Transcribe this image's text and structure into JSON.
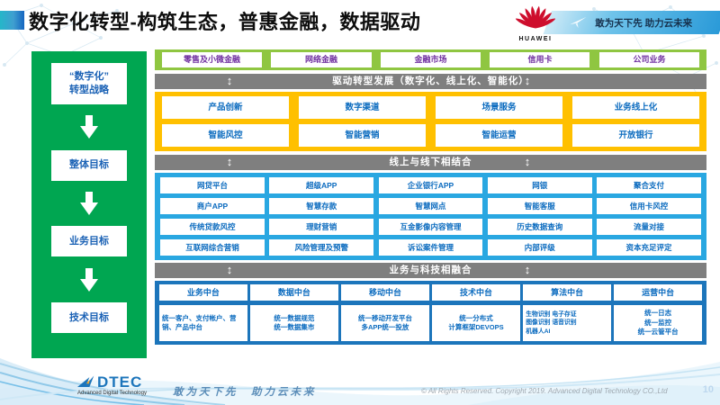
{
  "header": {
    "title": "数字化转型-构筑生态，普惠金融，数据驱动",
    "huawei_text": "HUAWEI",
    "banner_slogan": "敢为天下先 助力云未来"
  },
  "sidebar": {
    "items": [
      "“数字化”\n转型战略",
      "整体目标",
      "业务目标",
      "技术目标"
    ]
  },
  "main": {
    "business_lines": [
      "零售及小微金融",
      "网络金融",
      "金融市场",
      "信用卡",
      "公司业务"
    ],
    "bar_drive": "驱动转型发展（数字化、线上化、智能化）",
    "capability_rows": [
      [
        "产品创新",
        "数字渠道",
        "场景服务",
        "业务线上化"
      ],
      [
        "智能风控",
        "智能营销",
        "智能运营",
        "开放银行"
      ]
    ],
    "bar_online_offline": "线上与线下相结合",
    "application_rows": [
      [
        "网贷平台",
        "超级APP",
        "企业银行APP",
        "网银",
        "聚合支付"
      ],
      [
        "商户APP",
        "智慧存款",
        "智慧网点",
        "智能客服",
        "信用卡风控"
      ],
      [
        "传统贷款风控",
        "理财营销",
        "互金影像内容管理",
        "历史数据查询",
        "流量对接"
      ],
      [
        "互联网综合营销",
        "风险管理及预警",
        "诉讼案件管理",
        "内部评级",
        "资本充足评定"
      ]
    ],
    "bar_tech_fusion": "业务与科技相融合",
    "platforms": [
      {
        "title": "业务中台",
        "content": "统一客户、支付帐户、营销、产品中台"
      },
      {
        "title": "数据中台",
        "content": "统一数据规范\n统一数据集市"
      },
      {
        "title": "移动中台",
        "content": "统一移动开发平台\n多APP统一投放"
      },
      {
        "title": "技术中台",
        "content": "统一分布式\n计算框架DEVOPS"
      },
      {
        "title": "算法中台",
        "content": "生物识别 电子存证\n图像识别 语音识别\n机器人AI"
      },
      {
        "title": "运营中台",
        "content": "统一日志\n统一监控\n统一云管平台"
      }
    ]
  },
  "footer": {
    "logo_text": "DTEC",
    "logo_subtext": "Advanced Digital Technology",
    "slogan": "敢为天下先　助力云未来",
    "copyright": "© All Rights Reserved. Copyright 2019. Advanced Digital Technology CO.,Ltd",
    "page_number": "10"
  },
  "colors": {
    "sidebar_green": "#00A651",
    "business_green": "#8FC641",
    "accent_yellow": "#FFC000",
    "accent_blue": "#29A7E1",
    "platform_blue": "#1C75BB",
    "bar_gray": "#7F7F7F",
    "text_blue": "#0B6BBF",
    "text_purple": "#7030A0",
    "huawei_red": "#CE0E2D"
  }
}
